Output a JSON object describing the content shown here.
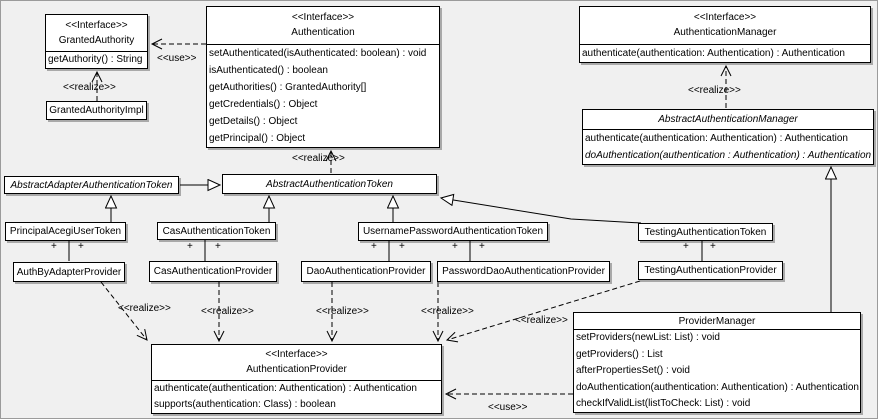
{
  "colors": {
    "background": "#f0f0f0",
    "box_fill": "#ffffff",
    "line": "#000000",
    "shadow": "#a9a9a9"
  },
  "labels": {
    "realize": "<<realize>>",
    "use": "<<use>>",
    "plus": "+"
  },
  "classes": {
    "granted_authority": {
      "stereotype": "<<Interface>>",
      "name": "GrantedAuthority",
      "methods": [
        "getAuthority() : String"
      ]
    },
    "granted_authority_impl": {
      "name": "GrantedAuthorityImpl"
    },
    "authentication": {
      "stereotype": "<<Interface>>",
      "name": "Authentication",
      "methods": [
        "setAuthenticated(isAuthenticated: boolean) : void",
        "isAuthenticated() : boolean",
        "getAuthorities() : GrantedAuthority[]",
        "getCredentials() : Object",
        "getDetails() : Object",
        "getPrincipal() : Object"
      ]
    },
    "authentication_manager": {
      "stereotype": "<<Interface>>",
      "name": "AuthenticationManager",
      "methods": [
        "authenticate(authentication: Authentication) : Authentication"
      ]
    },
    "abstract_authentication_manager": {
      "name": "AbstractAuthenticationManager",
      "methods": [
        "authenticate(authentication: Authentication) : Authentication",
        "doAuthentication(authentication : Authentication) : Authentication"
      ]
    },
    "abstract_adapter_authentication_token": {
      "name": "AbstractAdapterAuthenticationToken"
    },
    "abstract_authentication_token": {
      "name": "AbstractAuthenticationToken"
    },
    "principal_acegi_user_token": {
      "name": "PrincipalAcegiUserToken"
    },
    "cas_authentication_token": {
      "name": "CasAuthenticationToken"
    },
    "username_password_authentication_token": {
      "name": "UsernamePasswordAuthenticationToken"
    },
    "testing_authentication_token": {
      "name": "TestingAuthenticationToken"
    },
    "auth_by_adapter_provider": {
      "name": "AuthByAdapterProvider"
    },
    "cas_authentication_provider": {
      "name": "CasAuthenticationProvider"
    },
    "dao_authentication_provider": {
      "name": "DaoAuthenticationProvider"
    },
    "password_dao_authentication_provider": {
      "name": "PasswordDaoAuthenticationProvider"
    },
    "testing_authentication_provider": {
      "name": "TestingAuthenticationProvider"
    },
    "authentication_provider": {
      "stereotype": "<<Interface>>",
      "name": "AuthenticationProvider",
      "methods": [
        "authenticate(authentication: Authentication) : Authentication",
        "supports(authentication: Class) : boolean"
      ]
    },
    "provider_manager": {
      "name": "ProviderManager",
      "methods": [
        "setProviders(newList: List) : void",
        "getProviders() : List",
        "afterPropertiesSet() : void",
        "doAuthentication(authentication: Authentication) : Authentication",
        "checkIfValidList(listToCheck: List) : void"
      ]
    }
  }
}
